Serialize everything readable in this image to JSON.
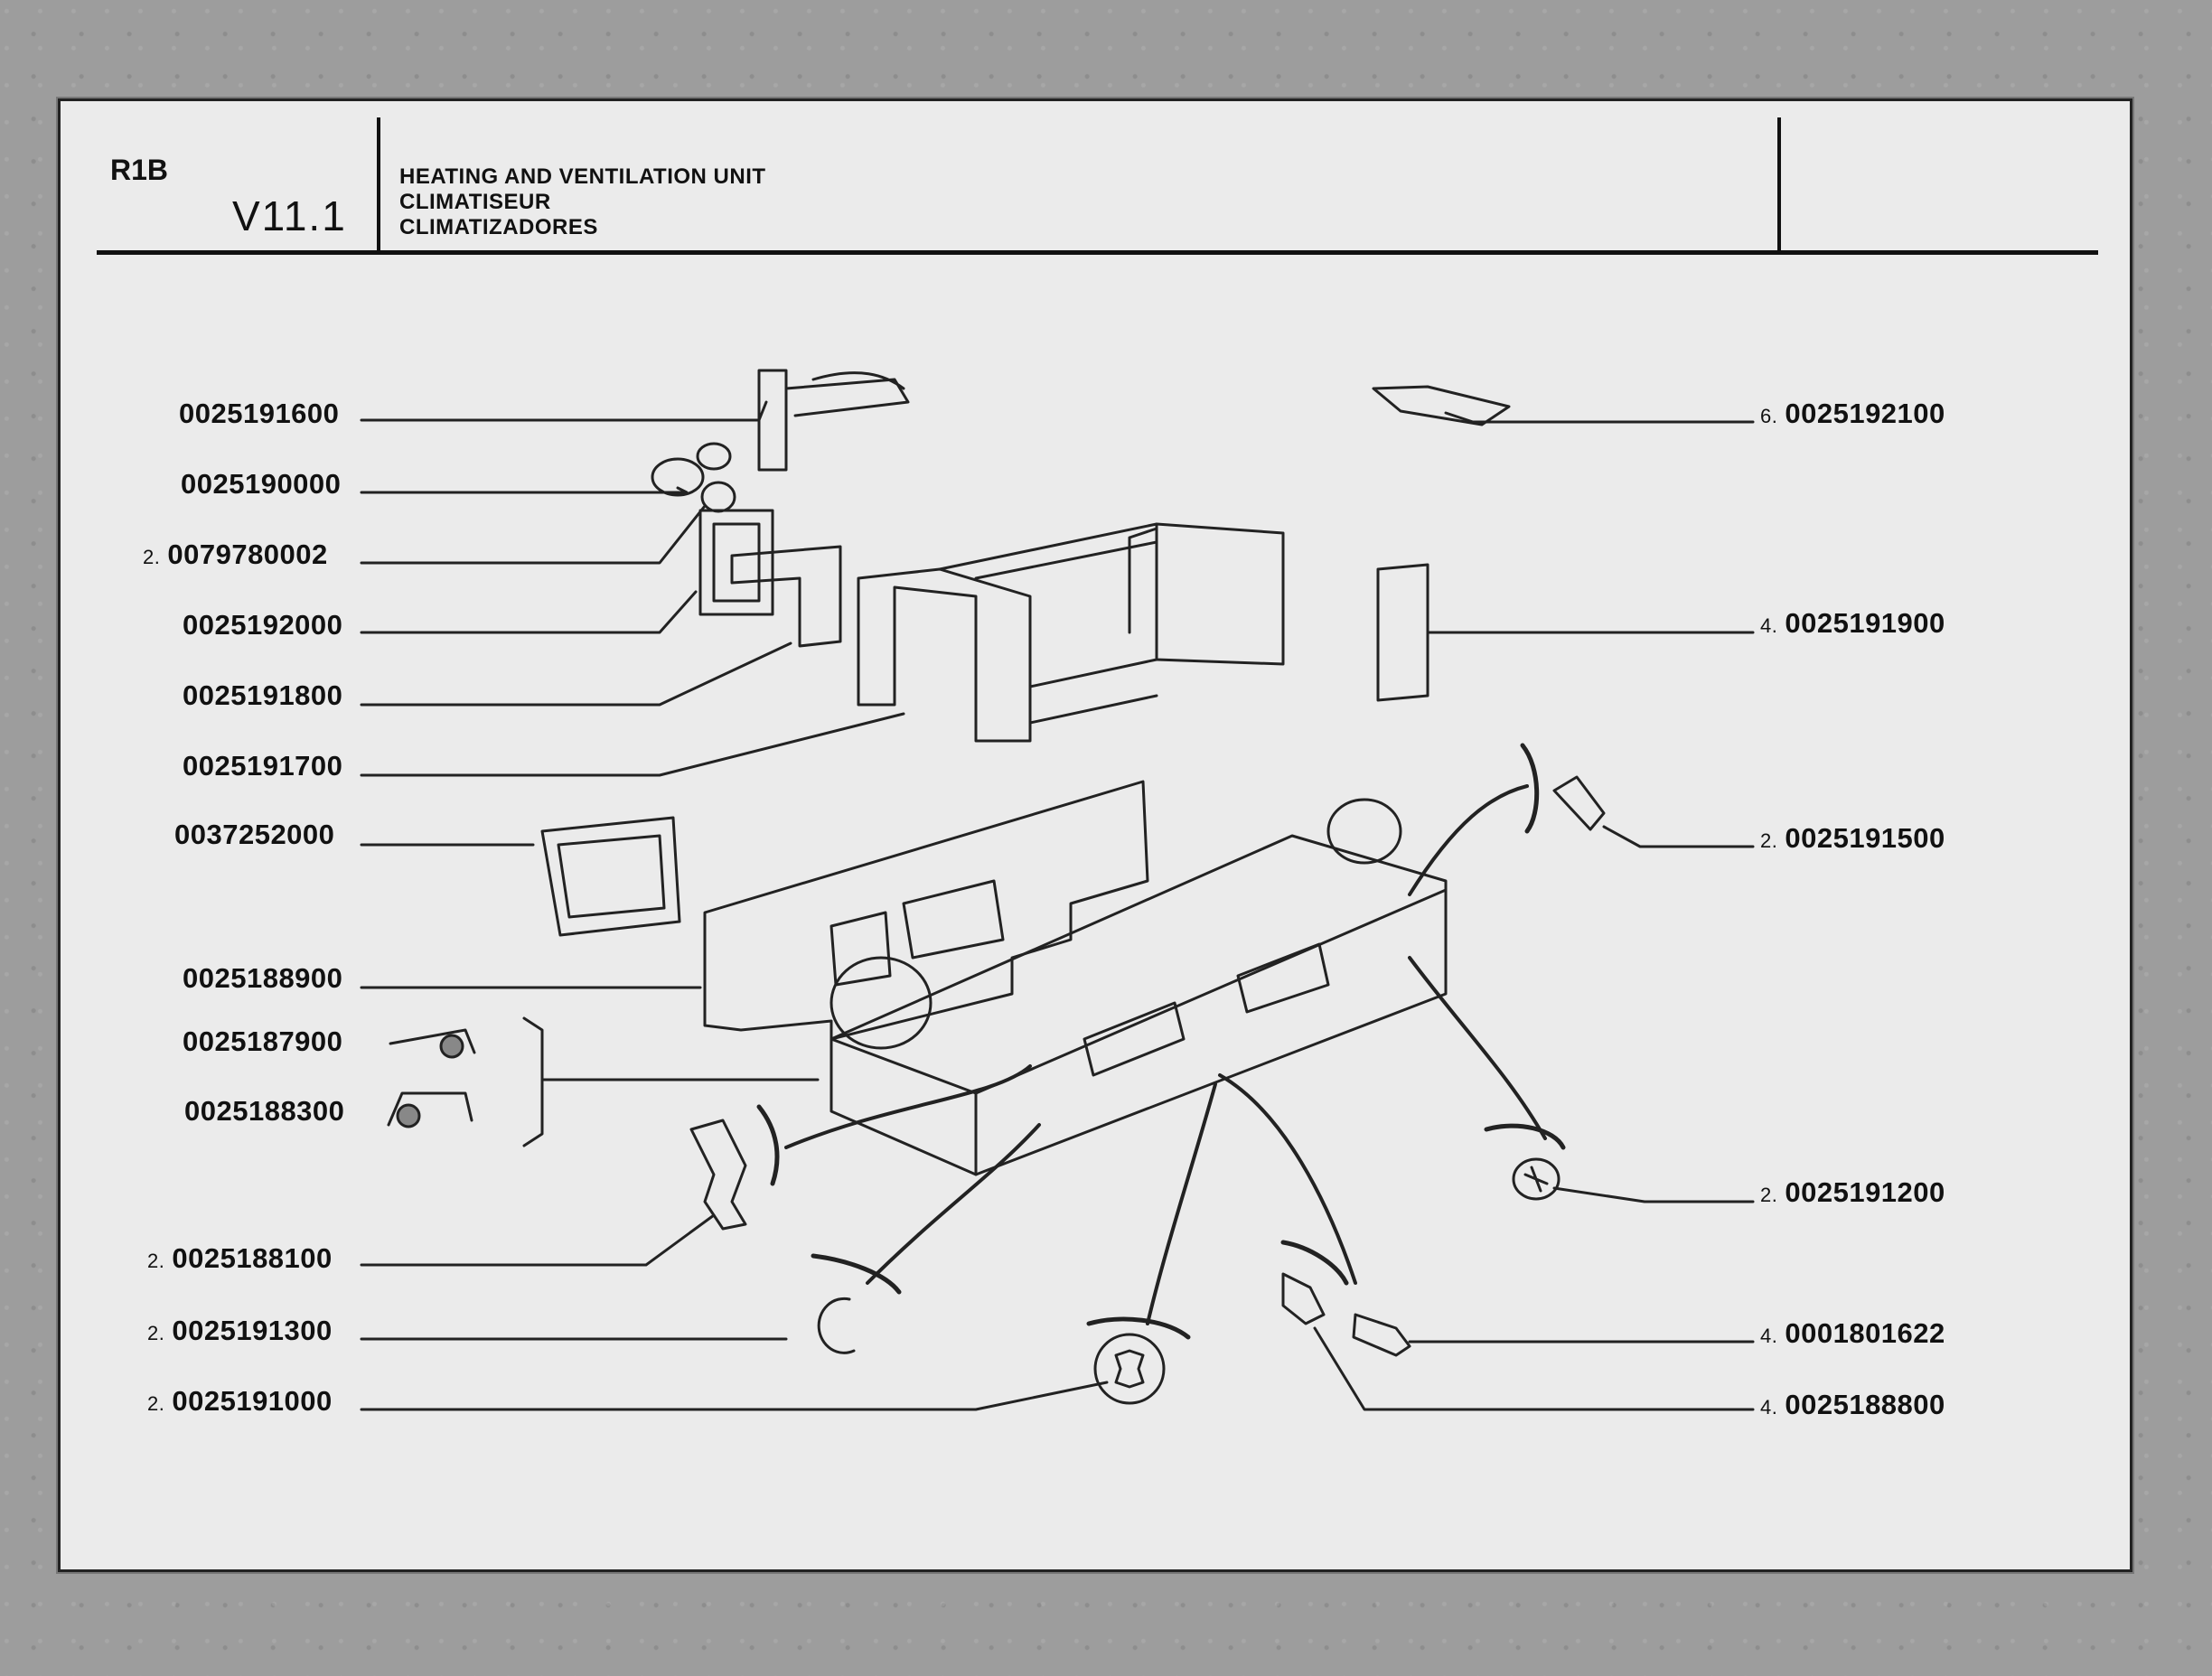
{
  "header": {
    "model": "R1B",
    "sheet_no": "V11.1",
    "titles": [
      "HEATING AND VENTILATION UNIT",
      "CLIMATISEUR",
      "CLIMATIZADORES"
    ]
  },
  "parts_left": [
    {
      "qty": "",
      "number": "0025191600"
    },
    {
      "qty": "",
      "number": "0025190000"
    },
    {
      "qty": "2.",
      "number": "0079780002"
    },
    {
      "qty": "",
      "number": "0025192000"
    },
    {
      "qty": "",
      "number": "0025191800"
    },
    {
      "qty": "",
      "number": "0025191700"
    },
    {
      "qty": "",
      "number": "0037252000"
    },
    {
      "qty": "",
      "number": "0025188900"
    },
    {
      "qty": "",
      "number": "0025187900"
    },
    {
      "qty": "",
      "number": "0025188300"
    },
    {
      "qty": "2.",
      "number": "0025188100"
    },
    {
      "qty": "2.",
      "number": "0025191300"
    },
    {
      "qty": "2.",
      "number": "0025191000"
    }
  ],
  "parts_right": [
    {
      "qty": "6.",
      "number": "0025192100"
    },
    {
      "qty": "4.",
      "number": "0025191900"
    },
    {
      "qty": "2.",
      "number": "0025191500"
    },
    {
      "qty": "2.",
      "number": "0025191200"
    },
    {
      "qty": "4.",
      "number": "0001801622"
    },
    {
      "qty": "4.",
      "number": "0025188800"
    }
  ]
}
